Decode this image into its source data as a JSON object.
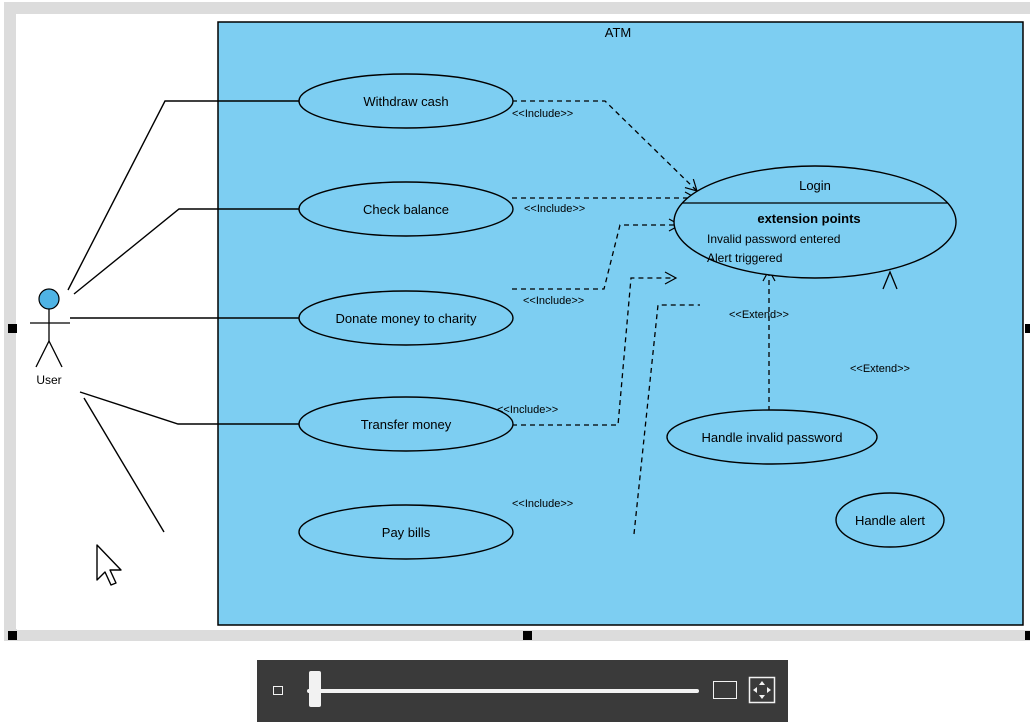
{
  "diagram": {
    "system_name": "ATM",
    "actor": {
      "name": "User"
    },
    "use_cases": {
      "withdraw": "Withdraw cash",
      "balance": "Check balance",
      "donate": "Donate money to charity",
      "transfer": "Transfer money",
      "pay": "Pay bills",
      "login": "Login",
      "handle_invalid": "Handle invalid password",
      "handle_alert": "Handle alert"
    },
    "login_extension": {
      "heading": "extension points",
      "point1": "Invalid password entered",
      "point2": "Alert triggered"
    },
    "stereotypes": {
      "include": "<<Include>>",
      "extend": "<<Extend>>"
    }
  },
  "zoom": {
    "level": 0.02,
    "icons": [
      "zoom-out-icon",
      "zoom-in-icon",
      "fit-to-screen-icon"
    ]
  },
  "colors": {
    "system_fill": "#7dcef2",
    "actor_head": "#4fb3e4",
    "toolbar_bg": "#3a3a3a"
  }
}
